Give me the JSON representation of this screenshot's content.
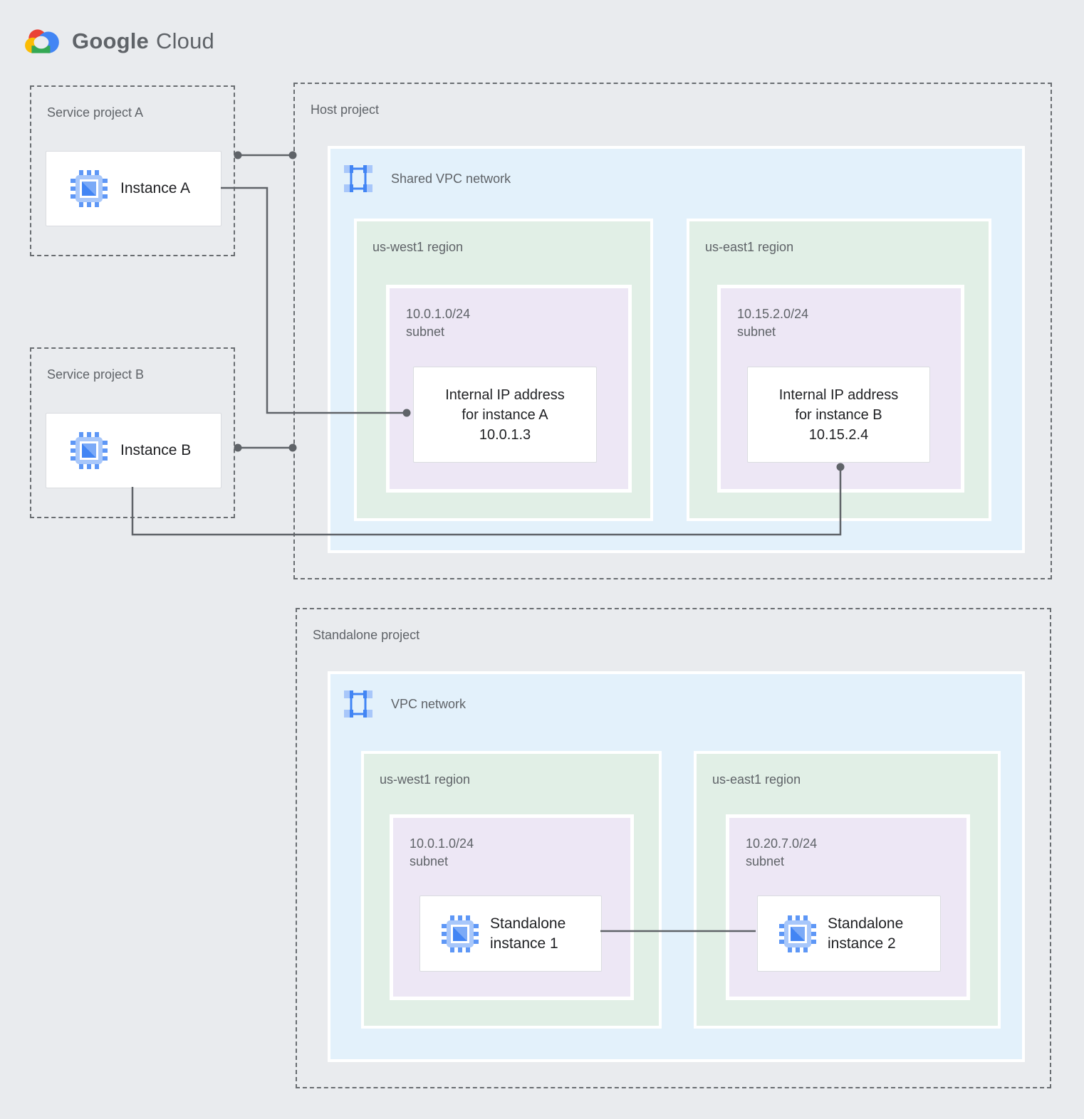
{
  "brand": {
    "logo_google": "Google",
    "logo_cloud": "Cloud"
  },
  "service_project_a": {
    "title": "Service project A",
    "instance": {
      "label": "Instance A",
      "icon": "compute-chip-icon"
    }
  },
  "service_project_b": {
    "title": "Service project B",
    "instance": {
      "label": "Instance B",
      "icon": "compute-chip-icon"
    }
  },
  "host_project": {
    "title": "Host project",
    "network": {
      "label": "Shared VPC network",
      "icon": "vpc-network-icon"
    },
    "regions": [
      {
        "label": "us-west1 region",
        "subnet": {
          "cidr": "10.0.1.0/24",
          "label": "subnet"
        },
        "ip_card": {
          "line1": "Internal IP address",
          "line2": "for instance A",
          "line3": "10.0.1.3"
        }
      },
      {
        "label": "us-east1 region",
        "subnet": {
          "cidr": "10.15.2.0/24",
          "label": "subnet"
        },
        "ip_card": {
          "line1": "Internal IP address",
          "line2": "for instance B",
          "line3": "10.15.2.4"
        }
      }
    ]
  },
  "standalone_project": {
    "title": "Standalone project",
    "network": {
      "label": "VPC network",
      "icon": "vpc-network-icon"
    },
    "regions": [
      {
        "label": "us-west1 region",
        "subnet": {
          "cidr": "10.0.1.0/24",
          "label": "subnet"
        },
        "instance": {
          "line1": "Standalone",
          "line2": "instance 1",
          "icon": "compute-chip-icon"
        }
      },
      {
        "label": "us-east1 region",
        "subnet": {
          "cidr": "10.20.7.0/24",
          "label": "subnet"
        },
        "instance": {
          "line1": "Standalone",
          "line2": "instance 2",
          "icon": "compute-chip-icon"
        }
      }
    ]
  },
  "colors": {
    "bg": "#E9EBEE",
    "box_blue": "#E3F1FB",
    "box_green": "#E1EFE6",
    "box_lavender": "#EDE7F5",
    "card_border": "#DADCE0",
    "dash_gray": "#696D71",
    "line_gray": "#5F6368",
    "text_gray": "#5F6368",
    "text_dark": "#202124",
    "icon_blue": "#4285F4",
    "chip_body": "#A8C7FA",
    "chip_pin": "#5E97F6",
    "chip_core_light": "#7BAAF7",
    "google_blue": "#4285F4",
    "google_red": "#EA4335",
    "google_yellow": "#FBBC04",
    "google_green": "#34A853"
  }
}
